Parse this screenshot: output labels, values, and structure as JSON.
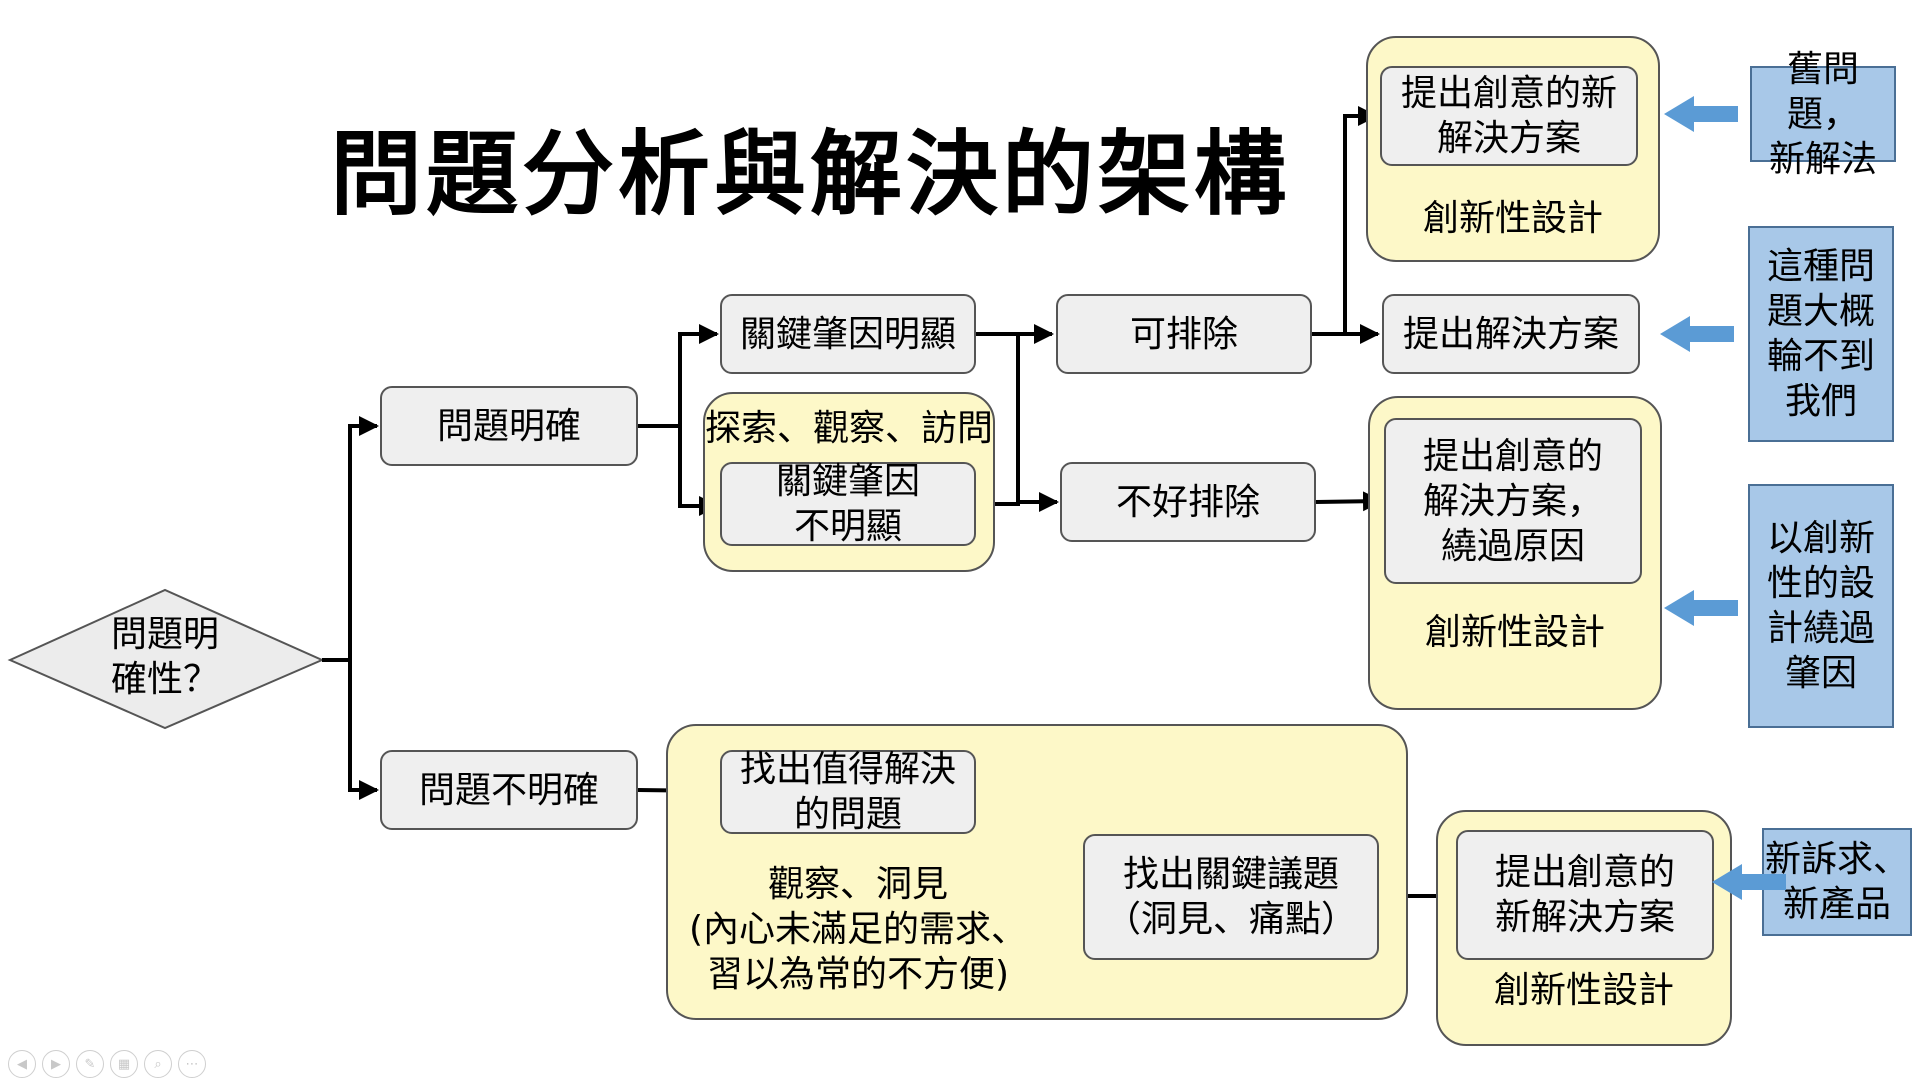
{
  "title": "問題分析與解決的架構",
  "nodes": {
    "decision": "問題明\n確性？",
    "clear": "問題明確",
    "unclear": "問題不明確",
    "cause_obvious": "關鍵肇因明顯",
    "cause_not_obvious": "關鍵肇因\n不明顯",
    "explore_label": "探索、觀察、訪問",
    "removable": "可排除",
    "hard_to_remove": "不好排除",
    "new_solution_top": "提出創意的新\n解決方案",
    "design_top": "創新性設計",
    "propose_solution": "提出解決方案",
    "bypass_solution": "提出創意的\n解決方案，\n繞過原因",
    "design_mid": "創新性設計",
    "find_problem": "找出值得解決\n的問題",
    "observe_insight": "觀察、洞見\n(內心未滿足的需求、\n習以為常的不方便)",
    "key_issue": "找出關鍵議題\n（洞見、痛點）",
    "new_solution_bottom": "提出創意的\n新解決方案",
    "design_bottom": "創新性設計"
  },
  "side_notes": {
    "old_problem": "舊問題，\n新解法",
    "not_our_turn": "這種問\n題大概\n輪不到\n我們",
    "bypass_design": "以創新\n性的設\n計繞過\n肇因",
    "new_appeal": "新訴求、\n新產品"
  },
  "toolbar": {
    "icons": [
      "prev-icon",
      "next-icon",
      "pen-icon",
      "slides-icon",
      "zoom-icon",
      "more-icon"
    ],
    "glyphs": [
      "◀",
      "▶",
      "✎",
      "▦",
      "⌕",
      "⋯"
    ]
  },
  "colors": {
    "box_fill": "#efefef",
    "group_fill": "#fdf8c8",
    "side_fill": "#a8c8e8",
    "arrow_blue": "#5b9bd5",
    "line": "#000000"
  }
}
